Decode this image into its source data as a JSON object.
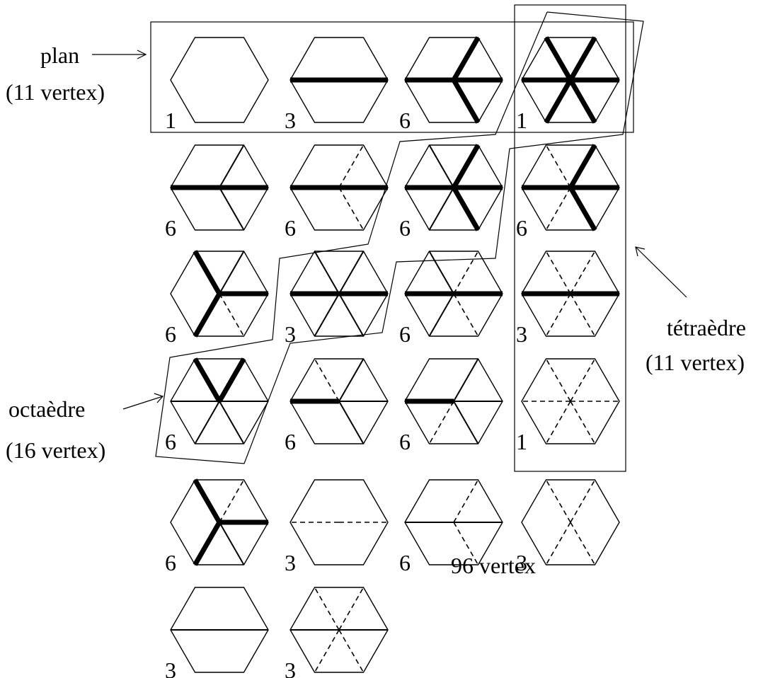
{
  "labels": {
    "plan": "plan",
    "plan_count": "(11 vertex)",
    "tetra": "tétraèdre",
    "tetra_count": "(11 vertex)",
    "octa": "octaèdre",
    "octa_count": "(16 vertex)",
    "total": "96 vertex"
  },
  "hexagons": [
    {
      "count": "1",
      "edges": {
        "e0": "none",
        "e60": "none",
        "e120": "none",
        "e180": "none",
        "e240": "none",
        "e300": "none"
      }
    },
    {
      "count": "3",
      "edges": {
        "e0": "thick",
        "e60": "none",
        "e120": "none",
        "e180": "thick",
        "e240": "none",
        "e300": "none"
      }
    },
    {
      "count": "6",
      "edges": {
        "e0": "thick",
        "e60": "thick",
        "e120": "none",
        "e180": "thick",
        "e240": "none",
        "e300": "thick"
      }
    },
    {
      "count": "1",
      "edges": {
        "e0": "thick",
        "e60": "thick",
        "e120": "thick",
        "e180": "thick",
        "e240": "thick",
        "e300": "thick"
      }
    },
    {
      "count": "6",
      "edges": {
        "e0": "thick",
        "e60": "thin",
        "e120": "none",
        "e180": "thick",
        "e240": "none",
        "e300": "thin"
      }
    },
    {
      "count": "6",
      "edges": {
        "e0": "thick",
        "e60": "dashed",
        "e120": "none",
        "e180": "thick",
        "e240": "none",
        "e300": "dashed"
      }
    },
    {
      "count": "6",
      "edges": {
        "e0": "thick",
        "e60": "thick",
        "e120": "thin",
        "e180": "thick",
        "e240": "thin",
        "e300": "thick"
      }
    },
    {
      "count": "6",
      "edges": {
        "e0": "thick",
        "e60": "thick",
        "e120": "dashed",
        "e180": "thick",
        "e240": "dashed",
        "e300": "thick"
      }
    },
    {
      "count": "6",
      "edges": {
        "e0": "thick",
        "e60": "thin",
        "e120": "thick",
        "e180": "none",
        "e240": "thick",
        "e300": "dashed"
      }
    },
    {
      "count": "3",
      "edges": {
        "e0": "thick",
        "e60": "thin",
        "e120": "thin",
        "e180": "thick",
        "e240": "thin",
        "e300": "thin"
      }
    },
    {
      "count": "6",
      "edges": {
        "e0": "thick",
        "e60": "dashed",
        "e120": "thin",
        "e180": "thick",
        "e240": "thin",
        "e300": "dashed"
      }
    },
    {
      "count": "3",
      "edges": {
        "e0": "thick",
        "e60": "dashed",
        "e120": "dashed",
        "e180": "thick",
        "e240": "dashed",
        "e300": "dashed"
      }
    },
    {
      "count": "6",
      "edges": {
        "e0": "thin",
        "e60": "thick",
        "e120": "thick",
        "e180": "thin",
        "e240": "thin",
        "e300": "thin"
      }
    },
    {
      "count": "6",
      "edges": {
        "e0": "thin",
        "e60": "thin",
        "e120": "dashed",
        "e180": "thick",
        "e240": "none",
        "e300": "thin"
      }
    },
    {
      "count": "6",
      "edges": {
        "e0": "thin",
        "e60": "thin",
        "e120": "none",
        "e180": "thick",
        "e240": "dashed",
        "e300": "thin"
      }
    },
    {
      "count": "1",
      "edges": {
        "e0": "dashed",
        "e60": "dashed",
        "e120": "dashed",
        "e180": "dashed",
        "e240": "dashed",
        "e300": "dashed"
      }
    },
    {
      "count": "6",
      "edges": {
        "e0": "thick",
        "e60": "dashed",
        "e120": "thick",
        "e180": "none",
        "e240": "thick",
        "e300": "thin"
      }
    },
    {
      "count": "3",
      "edges": {
        "e0": "dashed",
        "e60": "none",
        "e120": "none",
        "e180": "dashed",
        "e240": "none",
        "e300": "none"
      }
    },
    {
      "count": "6",
      "edges": {
        "e0": "thin",
        "e60": "dashed",
        "e120": "none",
        "e180": "thin",
        "e240": "none",
        "e300": "dashed"
      }
    },
    {
      "count": "3",
      "edges": {
        "e0": "none",
        "e60": "dashed",
        "e120": "dashed",
        "e180": "none",
        "e240": "dashed",
        "e300": "dashed"
      }
    },
    {
      "count": "3",
      "edges": {
        "e0": "thin",
        "e60": "none",
        "e120": "none",
        "e180": "thin",
        "e240": "none",
        "e300": "none"
      }
    },
    {
      "count": "3",
      "edges": {
        "e0": "thin",
        "e60": "dashed",
        "e120": "dashed",
        "e180": "thin",
        "e240": "dashed",
        "e300": "dashed"
      }
    }
  ]
}
